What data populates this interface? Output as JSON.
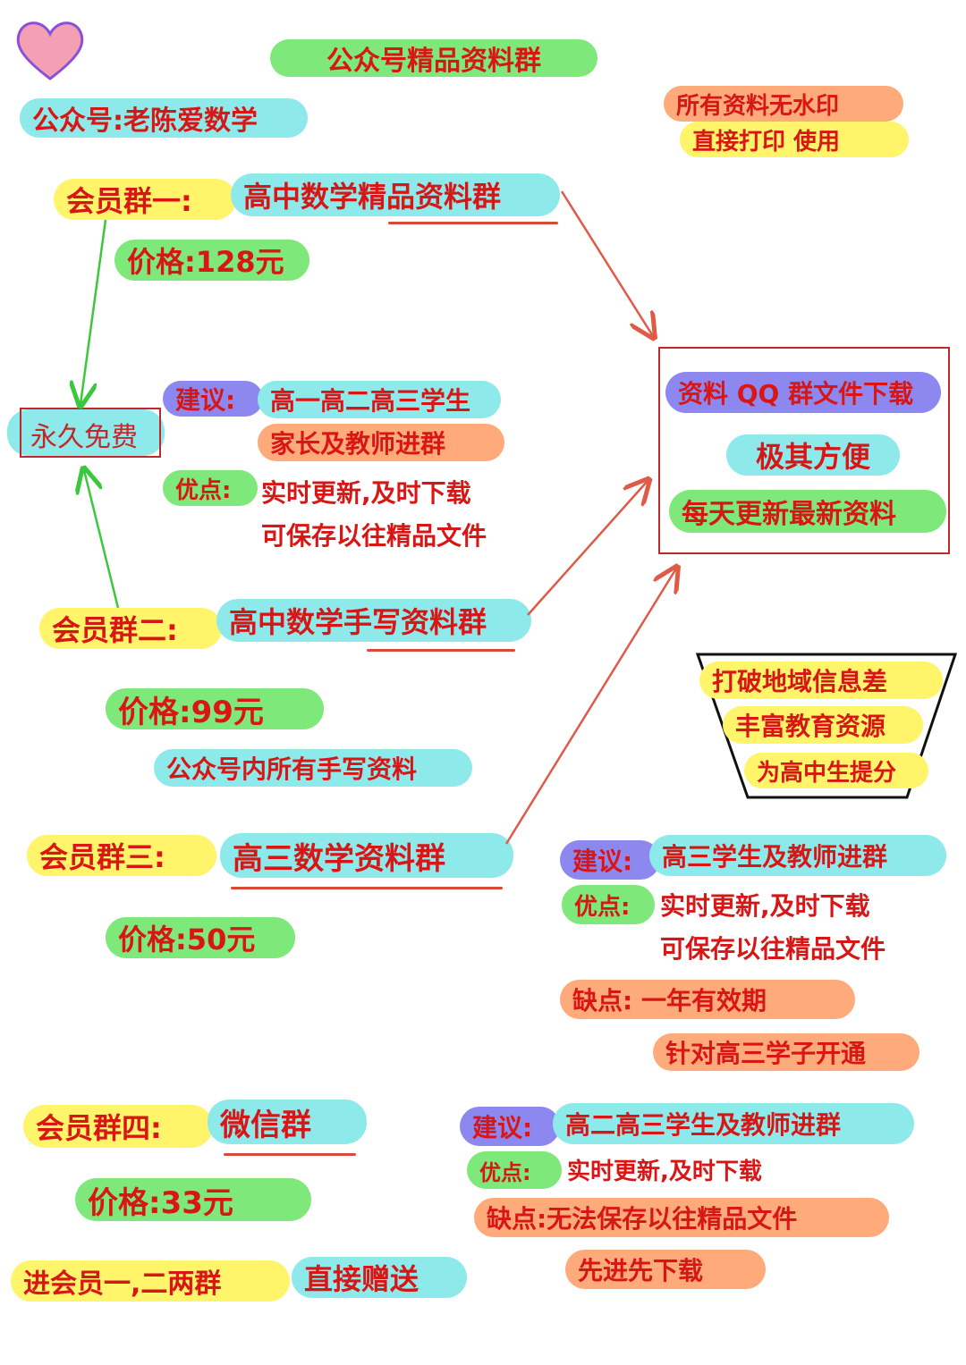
{
  "title": "公众号精品资料群",
  "account": "公众号:老陈爱数学",
  "watermark_note": [
    "所有资料无水印",
    "直接打印 使用"
  ],
  "group1": {
    "label": "会员群一:",
    "name": "高中数学精品资料群",
    "price": "价格:128元"
  },
  "free_label": "永久免费",
  "middle": {
    "suggest_label": "建议:",
    "suggest_1": "高一高二高三学生",
    "suggest_2": "家长及教师进群",
    "advantage_label": "优点:",
    "advantage_1": "实时更新,及时下载",
    "advantage_2": "可保存以往精品文件"
  },
  "qq_box": {
    "line1": "资料 QQ 群文件下载",
    "line2": "极其方便",
    "line3": "每天更新最新资料"
  },
  "group2": {
    "label": "会员群二:",
    "name": "高中数学手写资料群",
    "price": "价格:99元",
    "note": "公众号内所有手写资料"
  },
  "funnel": [
    "打破地域信息差",
    "丰富教育资源",
    "为高中生提分"
  ],
  "group3": {
    "label": "会员群三:",
    "name": "高三数学资料群",
    "price": "价格:50元"
  },
  "right3": {
    "suggest_label": "建议:",
    "suggest": "高三学生及教师进群",
    "advantage_label": "优点:",
    "advantage_1": "实时更新,及时下载",
    "advantage_2": "可保存以往精品文件",
    "drawback": "缺点: 一年有效期",
    "target": "针对高三学子开通"
  },
  "group4": {
    "label": "会员群四:",
    "name": "微信群",
    "price": "价格:33元"
  },
  "right4": {
    "suggest_label": "建议:",
    "suggest": "高二高三学生及教师进群",
    "advantage_label": "优点:",
    "advantage": "实时更新,及时下载",
    "drawback": "缺点:无法保存以往精品文件",
    "first": "先进先下载"
  },
  "gift": {
    "label": "进会员一,二两群",
    "value": "直接赠送"
  },
  "colors": {
    "text": "#d81616",
    "green": "#7ee87a",
    "cyan": "#8eeaea",
    "yellow": "#fff46a",
    "orange": "#ffaa7a",
    "purple": "#8c88ef",
    "arrow_red": "#e05a48",
    "arrow_green": "#3cc83c"
  }
}
